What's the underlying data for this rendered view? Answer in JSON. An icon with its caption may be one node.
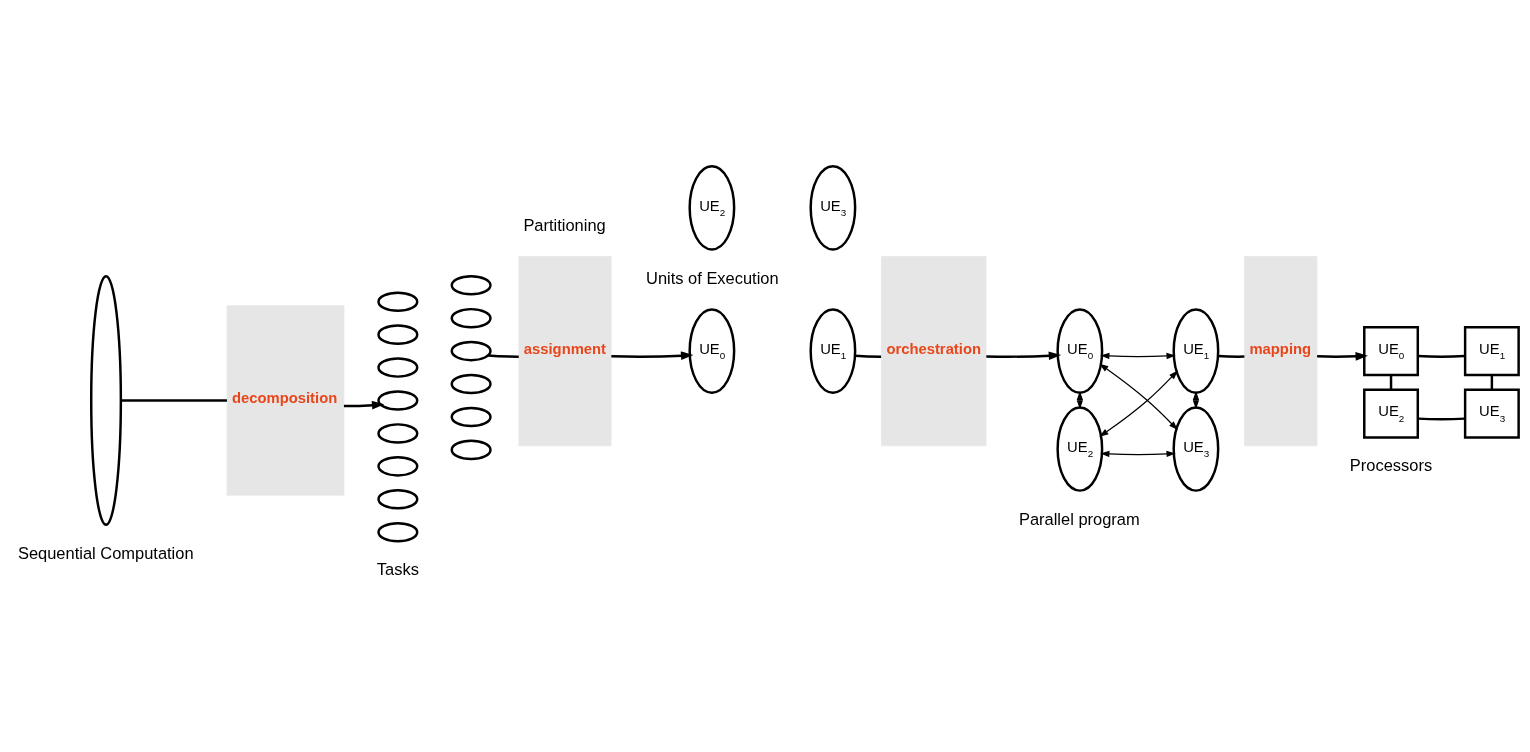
{
  "diagram": {
    "nodes": [
      {
        "text": [],
        "shape": "ellipse",
        "beside": [
          "Sequential Computation"
        ]
      },
      {
        "text": [
          "decomposition"
        ]
      },
      {
        "text": [],
        "shape": "ellipse"
      },
      {
        "text": [],
        "shape": "ellipse"
      },
      {
        "text": [],
        "shape": "ellipse"
      },
      {
        "text": [],
        "shape": "ellipse"
      },
      {
        "text": [],
        "shape": "ellipse"
      },
      {
        "text": [],
        "shape": "ellipse"
      },
      {
        "text": [],
        "shape": "ellipse"
      },
      {
        "text": [],
        "shape": "ellipse"
      },
      {
        "text": [],
        "shape": "ellipse"
      },
      {
        "text": [],
        "shape": "ellipse"
      },
      {
        "text": [],
        "shape": "ellipse"
      },
      {
        "text": [],
        "shape": "ellipse"
      },
      {
        "text": [],
        "shape": "ellipse"
      },
      {
        "text": [],
        "shape": "ellipse"
      },
      {
        "text": [
          "assignment"
        ]
      },
      {
        "text": [
          "UE$_{0}$"
        ]
      },
      {
        "text": [
          "UE$_{1}$"
        ]
      },
      {
        "text": [
          "UE$_{2}$"
        ]
      },
      {
        "text": [
          "UE$_{3}$"
        ]
      },
      {
        "text": [
          "orchestration"
        ]
      },
      {
        "text": [
          "UE$_{0}$"
        ]
      },
      {
        "text": [
          "UE$_{1}$"
        ]
      },
      {
        "text": [
          "UE$_{2}$"
        ]
      },
      {
        "text": [
          "UE$_{3}$"
        ]
      },
      {
        "text": [
          "mapping"
        ]
      },
      {
        "text": [
          "UE$_{0}$"
        ]
      },
      {
        "text": [
          "UE$_{1}$"
        ]
      },
      {
        "text": [
          "UE$_{2}$"
        ]
      },
      {
        "text": [
          "UE$_{3}$"
        ]
      }
    ],
    "edges": [
      {
        "from": 0,
        "to": 1,
        "arrow": "none"
      },
      {
        "from": 1,
        "to": 8,
        "arrow": "to"
      },
      {
        "from": 7,
        "to": 16,
        "arrow": "none"
      },
      {
        "from": 16,
        "to": 17,
        "arrow": "to"
      },
      {
        "from": 18,
        "to": 21,
        "arrow": "none"
      },
      {
        "from": 21,
        "to": 22,
        "arrow": "to"
      },
      {
        "from": 22,
        "to": 23,
        "arrow": "both"
      },
      {
        "from": 22,
        "to": 24,
        "arrow": "both"
      },
      {
        "from": 23,
        "to": 25,
        "arrow": "both"
      },
      {
        "from": 22,
        "to": 25,
        "arrow": "both"
      },
      {
        "from": 23,
        "to": 24,
        "arrow": "both"
      },
      {
        "from": 24,
        "to": 25,
        "arrow": "both"
      },
      {
        "from": 23,
        "to": 26,
        "arrow": "none"
      },
      {
        "from": 26,
        "to": 27,
        "arrow": "to"
      },
      {
        "from": 27,
        "to": 28,
        "arrow": "none"
      },
      {
        "from": 27,
        "to": 29,
        "arrow": "none"
      },
      {
        "from": 28,
        "to": 30,
        "arrow": "none"
      },
      {
        "from": 29,
        "to": 30,
        "arrow": "none"
      }
    ],
    "labels": [
      "Partitioning",
      "Tasks",
      "Units of Execution",
      "Parallel program",
      "Processors"
    ]
  }
}
